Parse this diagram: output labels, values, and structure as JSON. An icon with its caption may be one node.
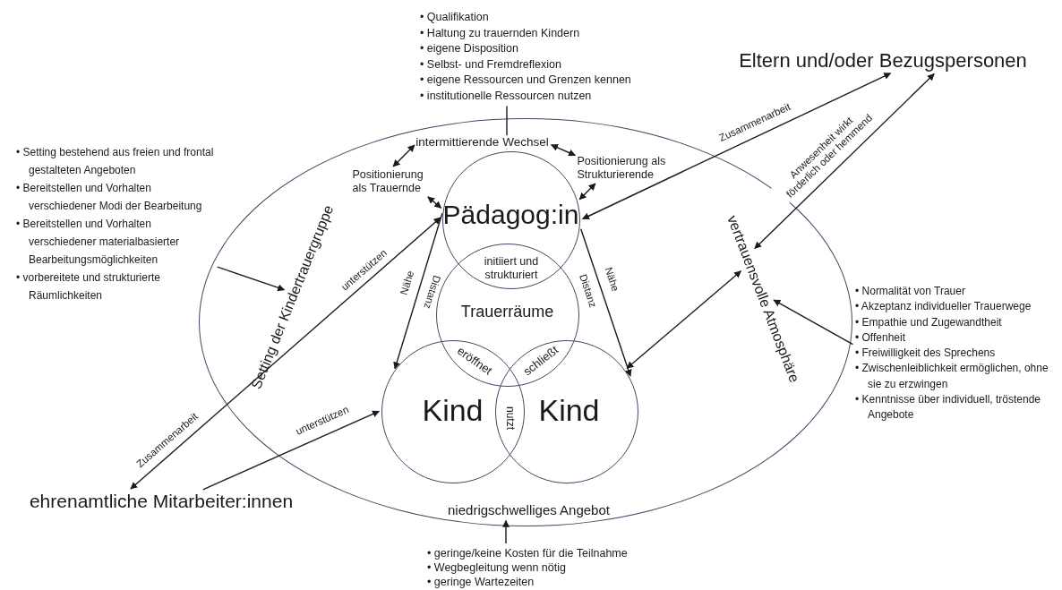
{
  "diagram": {
    "nodes": [
      {
        "text": [],
        "shape": "ellipse"
      },
      {
        "text": [
          "• Qualifikation",
          "• Haltung zu trauernden Kindern",
          "• eigene Disposition",
          "• Selbst- und Fremdreflexion",
          "• eigene Ressourcen und Grenzen kennen",
          "• institutionelle Ressourcen nutzen"
        ]
      },
      {
        "text": [
          "Eltern und/oder Bezugspersonen"
        ]
      },
      {
        "text": [
          "• Setting bestehend aus freien und frontal gestalteten Angeboten",
          "• Bereitstellen und Vorhalten verschiedener Modi der Bearbeitung",
          "• Bereitstellen und Vorhalten verschiedener materialbasierter Bearbeitungsmöglichkeiten",
          "• vorbereitete und strukturierte Räumlichkeiten"
        ]
      },
      {
        "text": [
          "Setting der Kindertrauergruppe"
        ],
        "in": 0
      },
      {
        "text": [
          "intermittierende Wechsel"
        ],
        "in": 0
      },
      {
        "text": [
          "Positionierung als Trauernde"
        ],
        "in": 0
      },
      {
        "text": [
          "Positionierung als Strukturierende"
        ],
        "in": 0
      },
      {
        "text": [
          "Pädagog:in"
        ],
        "in": 0
      },
      {
        "text": [
          "Trauerräume"
        ],
        "in": 0
      },
      {
        "text": [
          "Kind"
        ],
        "in": 0
      },
      {
        "text": [
          "Kind"
        ],
        "in": 0
      },
      {
        "text": [
          "vertrauensvolle Atmosphäre"
        ],
        "in": 0
      },
      {
        "text": [
          "niedrigschwelliges Angebot"
        ],
        "in": 0
      },
      {
        "text": [
          "• Normalität von Trauer",
          "• Akzeptanz individueller Trauerwege",
          "• Empathie und Zugewandtheit",
          "• Offenheit",
          "• Freiwilligkeit des Sprechens",
          "• Zwischenleiblichkeit ermöglichen, ohne sie zu erzwingen",
          "• Kenntnisse über individuell, tröstende Angebote"
        ]
      },
      {
        "text": [
          "• geringe/keine Kosten für die Teilnahme",
          "• Wegbegleitung wenn nötig",
          "• geringe Wartezeiten"
        ]
      },
      {
        "text": [
          "ehrenamtliche Mitarbeiter:innen"
        ]
      }
    ],
    "edges": [
      {
        "from": 1,
        "to": 8,
        "arrow": "to"
      },
      {
        "from": 5,
        "to": 6,
        "arrow": "both"
      },
      {
        "from": 5,
        "to": 7,
        "arrow": "both"
      },
      {
        "from": 6,
        "to": 8,
        "arrow": "both"
      },
      {
        "from": 7,
        "to": 8,
        "arrow": "both"
      },
      {
        "from": 8,
        "to": 2,
        "arrow": "both",
        "label": "Zusammenarbeit"
      },
      {
        "from": 2,
        "to": 12,
        "arrow": "both",
        "label": "Anwesenheit wirkt förderlich oder hemmend"
      },
      {
        "from": 3,
        "to": 4,
        "arrow": "to"
      },
      {
        "from": 16,
        "to": 8,
        "arrow": "both",
        "label": "Zusammenarbeit"
      },
      {
        "from": 16,
        "to": 10,
        "arrow": "to",
        "label": "unterstützen"
      },
      {
        "from": 8,
        "to": 10,
        "arrow": "to",
        "label": "Nähe"
      },
      {
        "from": 8,
        "to": 11,
        "arrow": "to",
        "label": "Nähe"
      },
      {
        "from": 11,
        "to": 12,
        "arrow": "both"
      },
      {
        "from": 14,
        "to": 12,
        "arrow": "to"
      },
      {
        "from": 15,
        "to": 13,
        "arrow": "to"
      }
    ],
    "labels": [
      "initiiert und strukturiert",
      "unterstützen",
      "Distanz",
      "Distanz",
      "eröffnet",
      "schließt",
      "nutzt"
    ]
  }
}
